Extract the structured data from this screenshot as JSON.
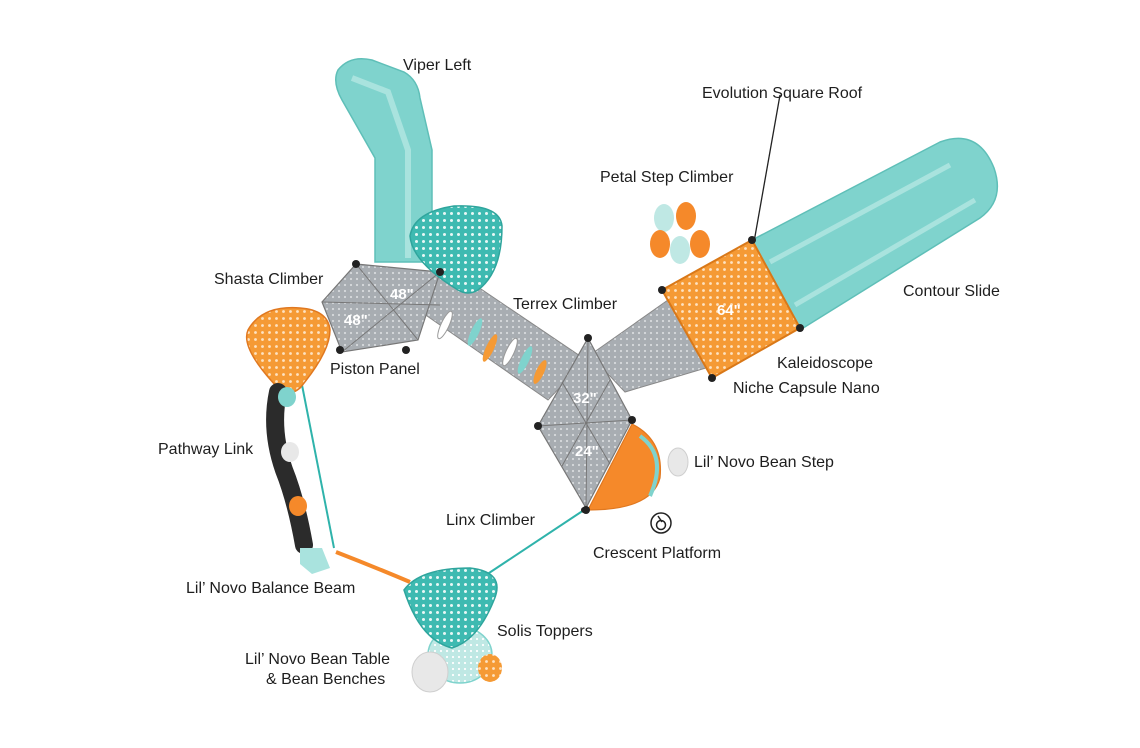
{
  "labels": {
    "viper_left": "Viper Left",
    "evolution_square_roof": "Evolution Square Roof",
    "petal_step_climber": "Petal Step Climber",
    "contour_slide": "Contour Slide",
    "shasta_climber": "Shasta Climber",
    "terrex_climber": "Terrex Climber",
    "piston_panel": "Piston Panel",
    "kaleidoscope_line1": "Kaleidoscope",
    "kaleidoscope_line2": "Niche Capsule Nano",
    "pathway_link": "Pathway Link",
    "lil_novo_bean_step": "Lil’ Novo Bean Step",
    "linx_climber": "Linx Climber",
    "crescent_platform": "Crescent Platform",
    "lil_novo_balance_beam": "Lil’ Novo Balance Beam",
    "solis_toppers": "Solis Toppers",
    "bean_table_line1": "Lil’ Novo Bean Table",
    "bean_table_line2": "& Bean Benches"
  },
  "platform_heights": {
    "top_left_a": "48\"",
    "top_left_b": "48\"",
    "center_top": "32\"",
    "center_bottom": "24\"",
    "square_deck": "64\""
  },
  "icons": {
    "accessibility": "wheelchair-icon"
  },
  "colors": {
    "teal": "#7fd3cd",
    "teal_dark": "#2fb3ab",
    "orange": "#f59a35",
    "grey_deck": "#9ea3a8",
    "black": "#222222"
  }
}
